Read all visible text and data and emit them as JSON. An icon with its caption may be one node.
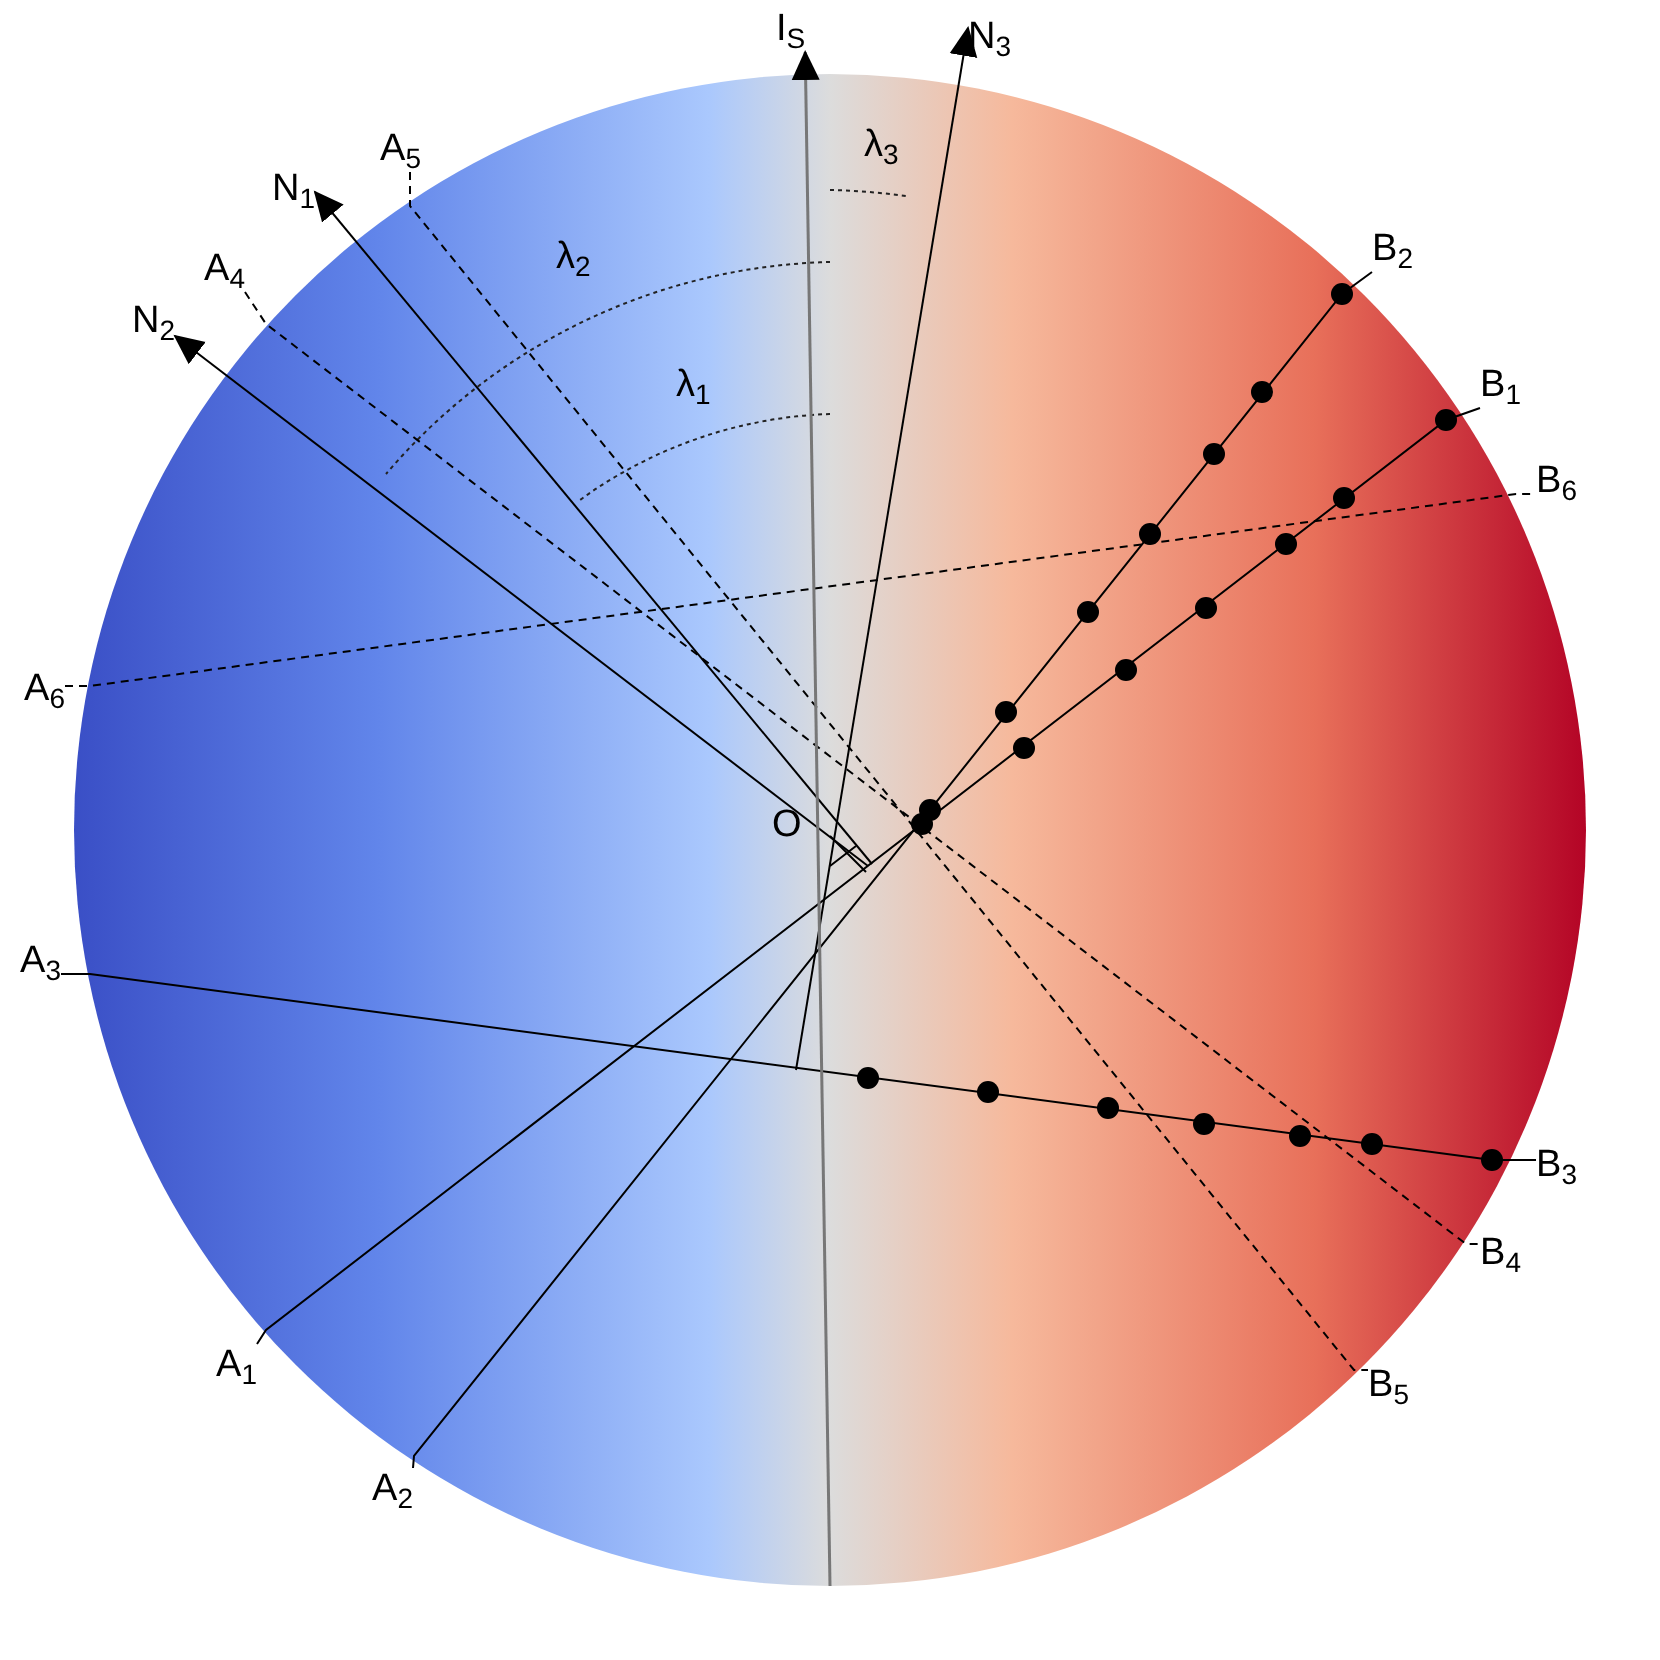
{
  "diagram": {
    "nodes": [
      {
        "text": [
          "I$_{S}$"
        ]
      },
      {
        "text": [
          "N$_{3}$"
        ]
      },
      {
        "text": [
          "N$_{1}$"
        ]
      },
      {
        "text": [
          "A$_{5}$"
        ]
      },
      {
        "text": [
          "N$_{2}$"
        ]
      },
      {
        "text": [
          "A$_{4}$"
        ]
      },
      {
        "text": [
          "B$_{2}$"
        ]
      },
      {
        "text": [
          "B$_{1}$"
        ]
      },
      {
        "text": [
          "B$_{6}$"
        ]
      },
      {
        "text": [
          "A$_{6}$"
        ]
      },
      {
        "text": [
          "A$_{3}$"
        ]
      },
      {
        "text": [
          "B$_{3}$"
        ]
      },
      {
        "text": [
          "B$_{4}$"
        ]
      },
      {
        "text": [
          "A$_{1}$"
        ]
      },
      {
        "text": [
          "B$_{5}$"
        ]
      },
      {
        "text": [
          "A$_{2}$"
        ]
      }
    ],
    "edges": [
      {
        "from": 13,
        "to": 7,
        "arrow": "none"
      },
      {
        "from": 15,
        "to": 6,
        "arrow": "none"
      },
      {
        "from": 10,
        "to": 11,
        "arrow": "none"
      },
      {
        "from": 5,
        "to": 12,
        "arrow": "none",
        "style": "dashed"
      },
      {
        "from": 3,
        "to": 14,
        "arrow": "none",
        "style": "dashed"
      },
      {
        "from": 9,
        "to": 8,
        "arrow": "none",
        "style": "dashed"
      },
      {
        "from": null,
        "to": 2,
        "arrow": "to"
      },
      {
        "from": null,
        "to": 4,
        "arrow": "to"
      },
      {
        "from": null,
        "to": 1,
        "arrow": "to"
      },
      {
        "from": null,
        "to": 0,
        "arrow": "to",
        "color": "#777777"
      }
    ],
    "labels": [
      "λ$_{3}$",
      "λ$_{2}$",
      "λ$_{1}$",
      "O"
    ]
  }
}
